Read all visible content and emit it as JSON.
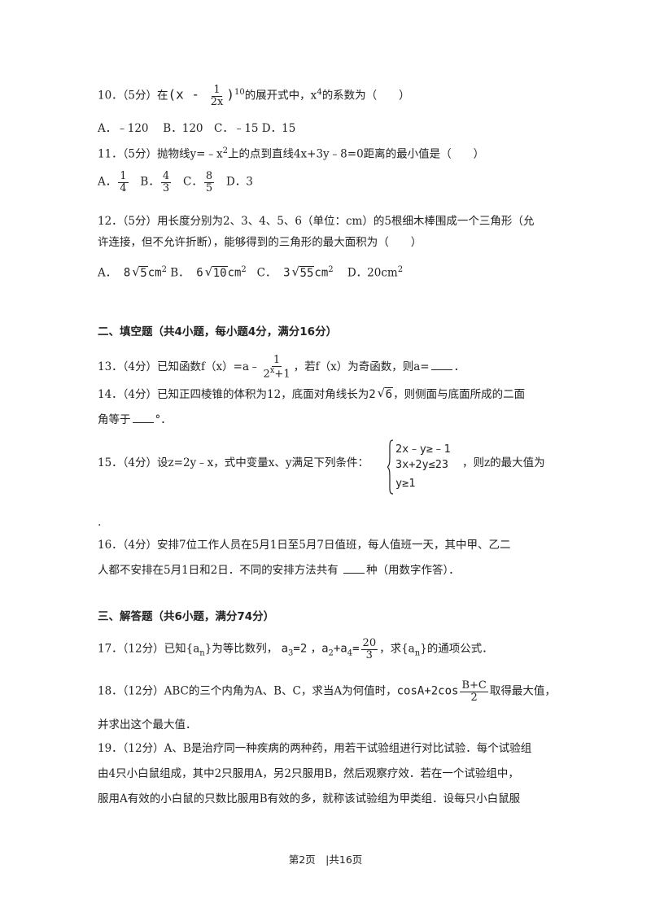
{
  "q10": {
    "prefix": "10．（5分）在",
    "expr_open": "(x - ",
    "frac_num": "1",
    "frac_den": "2x",
    "expr_close": ")",
    "power": "10",
    "suffix": "的展开式中，x",
    "x_power": "4",
    "suffix2": "的系数为（　　）",
    "options": "A．﹣120　 B．120　C．﹣15 D．15"
  },
  "q11": {
    "text_a": "11．（5分）抛物线y=﹣x",
    "sq": "2",
    "text_b": "上的点到直线4x+3y﹣8=0距离的最小值是（　　）",
    "opt_a": "A．",
    "a_num": "1",
    "a_den": "4",
    "opt_b": "B．",
    "b_num": "4",
    "b_den": "3",
    "opt_c": "C．",
    "c_num": "8",
    "c_den": "5",
    "opt_d": "D．3"
  },
  "q12": {
    "line1": "12．（5分）用长度分别为2、3、4、5、6（单位：cm）的5根细木棒围成一个三角形（允",
    "line2": "许连接，但不允许折断），能够得到的三角形的最大面积为（　　）",
    "opt_a": "A．",
    "a_coef": "8",
    "a_rad": "5",
    "unit": "cm",
    "unit_pow": "2",
    "opt_b": "B．",
    "b_coef": "6",
    "b_rad": "10",
    "opt_c": "C．",
    "c_coef": "3",
    "c_rad": "55",
    "opt_d": "D．20cm",
    "d_pow": "2"
  },
  "section2": "二、填空题（共4小题，每小题4分，满分16分）",
  "q13": {
    "text_a": "13．（4分）已知函数f（x）=a﹣",
    "num": "1",
    "den_base": "2",
    "den_pow": "x",
    "den_rest": "+1",
    "text_b": "，若f（x）为奇函数，则a=",
    "end": "．"
  },
  "q14": {
    "text_a": "14．（4分）已知正四棱锥的体积为12，底面对角线长为",
    "coef": "2",
    "rad": "6",
    "text_b": "，则侧面与底面所成的二面",
    "line2_a": "角等于",
    "line2_b": "°．"
  },
  "q15": {
    "text_a": "15．（4分）设z=2y﹣x，式中变量x、y满足下列条件：",
    "eq1": "2x﹣y≥﹣1",
    "eq2": "3x+2y≤23",
    "eq3": "y≥1",
    "text_b": "，则z的最大值为",
    "end_dot": "."
  },
  "q16": {
    "line1": "16．（4分）安排7位工作人员在5月1日至5月7日值班，每人值班一天，其中甲、乙二",
    "line2_a": "人都不安排在5月1日和2日．不同的安排方法共有 ",
    "line2_b": "种（用数字作答）．"
  },
  "section3": "三、解答题（共6小题，满分74分）",
  "q17": {
    "text_a": "17．（12分）已知{a",
    "n": "n",
    "text_b": "}为等比数列，",
    "a3": "a",
    "i3": "3",
    "eq3": "=2",
    "comma": "，",
    "a2": "a",
    "i2": "2",
    "plus": "+a",
    "i4": "4",
    "eq": "=",
    "num": "20",
    "den": "3",
    "text_c": "，求{a",
    "text_d": "}的通项公式．"
  },
  "q18": {
    "text_a": "18．（12分）ABC的三个内角为A、B、C，求当A为何值时，",
    "expr": "cosA+2cos",
    "num": "B+C",
    "den": "2",
    "text_b": "取得最大值，",
    "line2": "并求出这个最大值．"
  },
  "q19": {
    "line1": "19．（12分）A、B是治疗同一种疾病的两种药，用若干试验组进行对比试验．每个试验组",
    "line2": "由4只小白鼠组成，其中2只服用A，另2只服用B，然后观察疗效．若在一个试验组中，",
    "line3": "服用A有效的小白鼠的只数比服用B有效的多，就称该试验组为甲类组．设每只小白鼠服"
  },
  "footer": "第2页　|共16页"
}
